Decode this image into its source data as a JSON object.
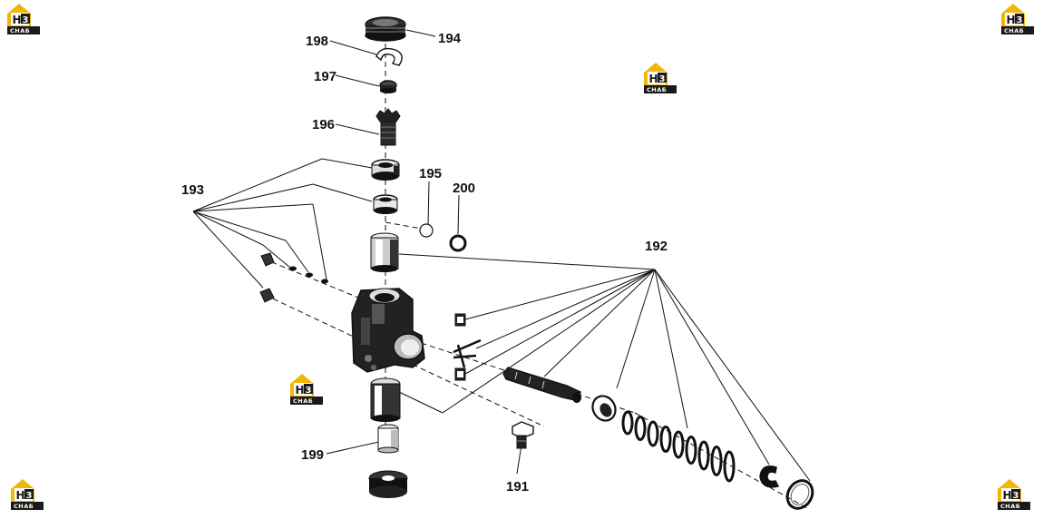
{
  "callouts": {
    "c191": "191",
    "c192": "192",
    "c193": "193",
    "c194": "194",
    "c195": "195",
    "c196": "196",
    "c197": "197",
    "c198": "198",
    "c199": "199",
    "c200": "200"
  },
  "watermark": {
    "brand": "H3",
    "sub": "CHAБ",
    "accent_color": "#f2b705",
    "dark_color": "#1a1a1a"
  }
}
